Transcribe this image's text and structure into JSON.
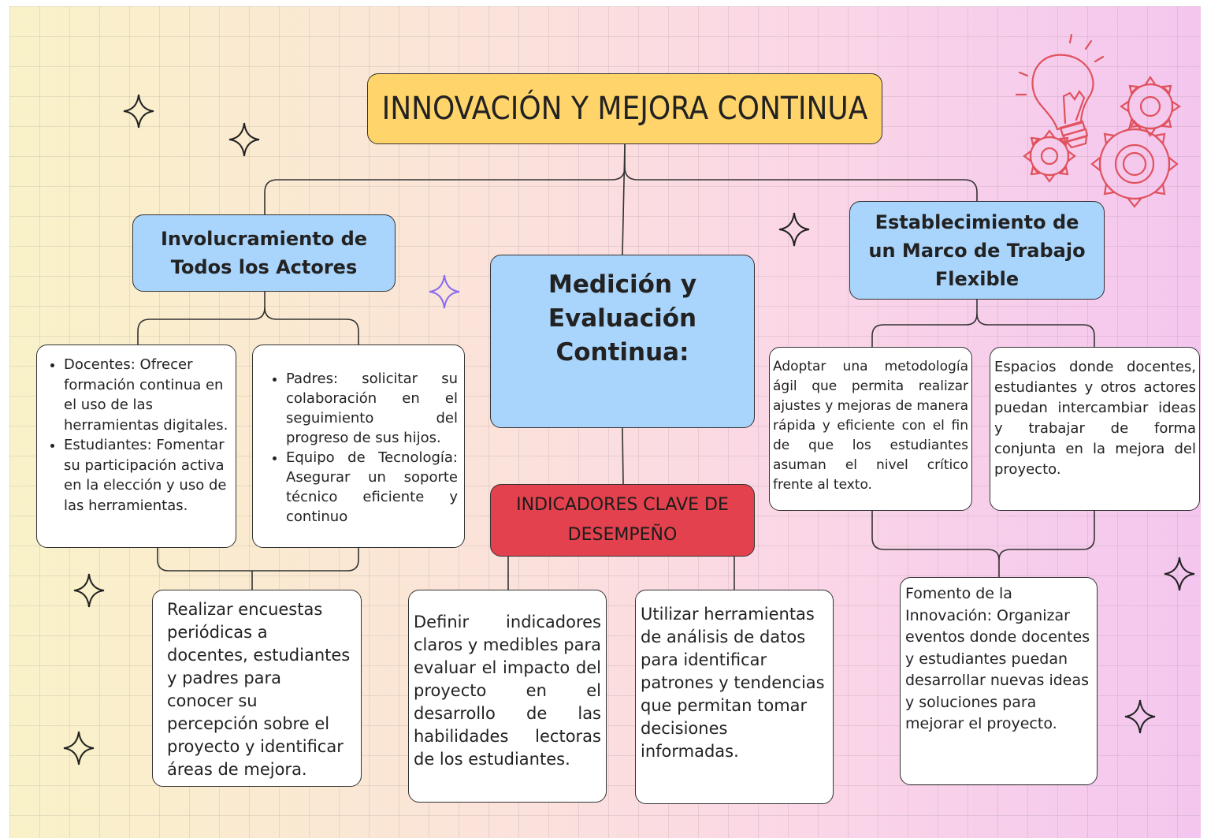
{
  "title": "INNOVACIÓN Y MEJORA CONTINUA",
  "left": {
    "heading": "Involucramiento de Todos los Actores",
    "box1_items": [
      "Docentes: Ofrecer formación continua en el uso de las herramientas digitales.",
      "Estudiantes: Fomentar su participación activa en la elección y uso de las herramientas."
    ],
    "box2_items": [
      "Padres: solicitar su colaboración en el seguimiento del progreso de sus hijos.",
      "Equipo de Tecnología: Asegurar un soporte técnico eficiente y continuo"
    ],
    "bottom": "Realizar encuestas periódicas a docentes, estudiantes y padres para conocer su percepción sobre el proyecto y identificar áreas de mejora."
  },
  "center": {
    "heading": "Medición y Evaluación Continua:",
    "kpi": "INDICADORES CLAVE DE DESEMPEÑO",
    "box1": "Definir indicadores claros y medibles para evaluar el impacto del proyecto en el desarrollo de las habilidades lectoras de los estudiantes.",
    "box2": "Utilizar herramientas de análisis de datos para identificar patrones y tendencias que permitan tomar decisiones informadas."
  },
  "right": {
    "heading": "Establecimiento de un Marco de Trabajo Flexible",
    "box1": "Adoptar una metodología ágil que permita realizar ajustes y mejoras de manera rápida y eficiente con el fin de que los estudiantes asuman el nivel crítico frente al texto.",
    "box2": "Espacios donde docentes, estudiantes y otros actores puedan intercambiar ideas y trabajar de forma conjunta en la mejora del proyecto.",
    "bottom": "Fomento de la Innovación: Organizar eventos donde docentes y estudiantes puedan desarrollar nuevas ideas y soluciones para mejorar el proyecto."
  },
  "colors": {
    "title_bg": "#ffd56b",
    "heading_bg": "#a9d4fb",
    "kpi_bg": "#e2414d",
    "decor": "#e0525e"
  },
  "decorations": [
    "sparkle-icon",
    "lightbulb-icon",
    "gear-icon"
  ]
}
